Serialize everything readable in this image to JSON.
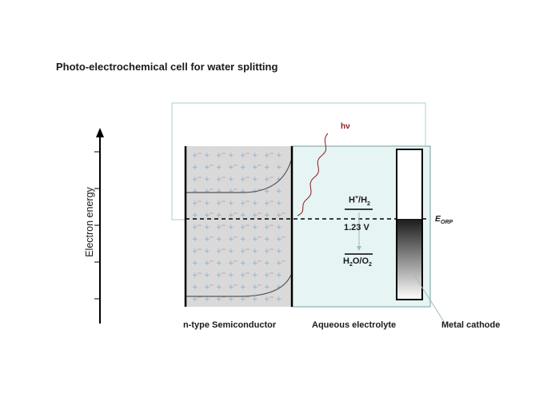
{
  "title": "Photo-electrochemical cell for water splitting",
  "y_axis_label": "Electron energy",
  "labels": {
    "hv": "hν",
    "e_orp_main": "E",
    "e_orp_sub": "ORP",
    "h_couple": "H",
    "h_sup": "+",
    "h_mid": "/H",
    "h_sub": "2",
    "voltage": "1.23 V",
    "o_couple_a": "H",
    "o_sub1": "2",
    "o_couple_b": "O/O",
    "o_sub2": "2"
  },
  "bottom_labels": {
    "semiconductor": "n-type Semiconductor",
    "electrolyte": "Aqueous electrolyte",
    "cathode": "Metal cathode"
  },
  "colors": {
    "semiconductor_fill": "#d9d9d9",
    "electrolyte_fill": "#e7f4f4",
    "electrolyte_border": "#9fbcbc",
    "outline": "#a8d0d0",
    "hv_color": "#8b1a1a",
    "plus_color": "#8aaed0",
    "minus_color": "#e8a0a0"
  }
}
